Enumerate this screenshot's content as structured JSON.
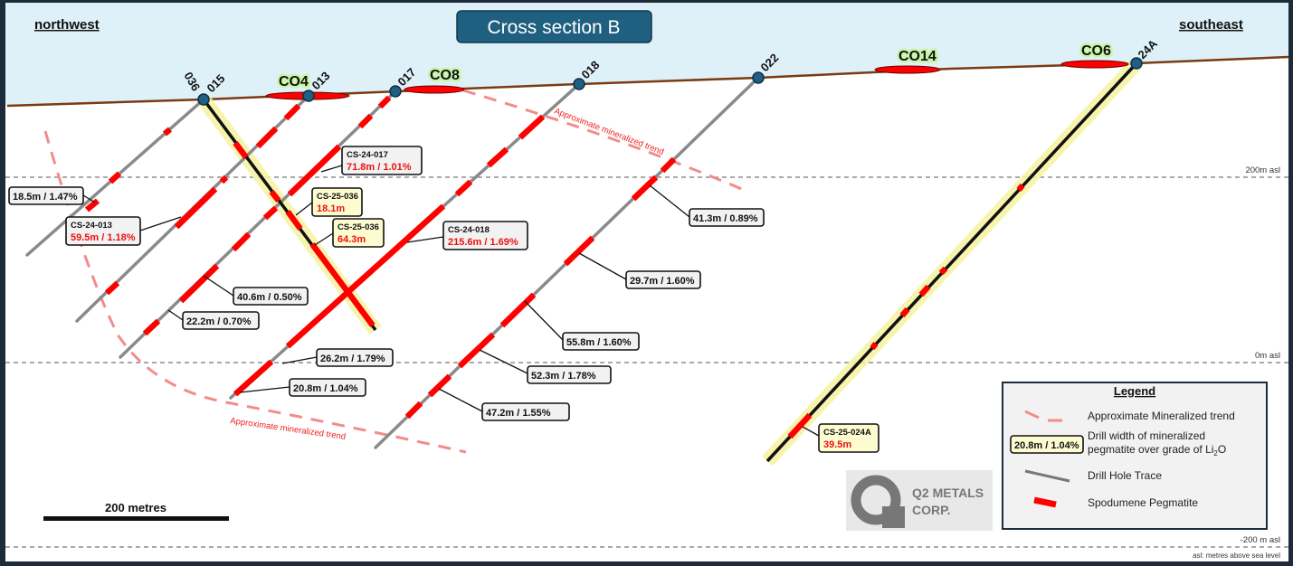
{
  "title": "Cross section B",
  "directions": {
    "left": "northwest",
    "right": "southeast"
  },
  "levels": {
    "top": "200m asl",
    "middle": "0m asl",
    "bottom": "-200 m asl",
    "note": "asl: metres above sea level"
  },
  "holes": [
    "036",
    "015",
    "013",
    "017",
    "018",
    "022",
    "24A"
  ],
  "occurrences": [
    "CO4",
    "CO8",
    "CO14",
    "CO6"
  ],
  "trend_label": "Approximate mineralized trend",
  "callouts": {
    "c1": {
      "value": "18.5m / 1.47%"
    },
    "c2": {
      "hole": "CS-24-013",
      "value": "59.5m / 1.18%"
    },
    "c3": {
      "hole": "CS-24-017",
      "value": "71.8m / 1.01%"
    },
    "c4": {
      "hole": "CS-25-036",
      "value": "18.1m"
    },
    "c5": {
      "hole": "CS-25-036",
      "value": "64.3m"
    },
    "c6": {
      "hole": "CS-24-018",
      "value": "215.6m / 1.69%"
    },
    "c7": {
      "value": "41.3m / 0.89%"
    },
    "c8": {
      "value": "29.7m / 1.60%"
    },
    "c9": {
      "value": "40.6m / 0.50%"
    },
    "c10": {
      "value": "22.2m / 0.70%"
    },
    "c11": {
      "value": "55.8m / 1.60%"
    },
    "c12": {
      "value": "26.2m / 1.79%"
    },
    "c13": {
      "value": "52.3m / 1.78%"
    },
    "c14": {
      "value": "20.8m / 1.04%"
    },
    "c15": {
      "value": "47.2m / 1.55%"
    },
    "c16": {
      "hole": "CS-25-024A",
      "value": "39.5m"
    }
  },
  "scale_bar": "200 metres",
  "logo": {
    "line1": "Q2 METALS",
    "line2": "CORP."
  },
  "legend": {
    "title": "Legend",
    "trend": "Approximate Mineralized trend",
    "sample": "20.8m / 1.04%",
    "width_line1": "Drill width of mineralized",
    "width_line2": "pegmatite over grade of Li",
    "width_sub": "2",
    "width_end": "O",
    "trace": "Drill Hole Trace",
    "pegmatite": "Spodumene Pegmatite"
  }
}
